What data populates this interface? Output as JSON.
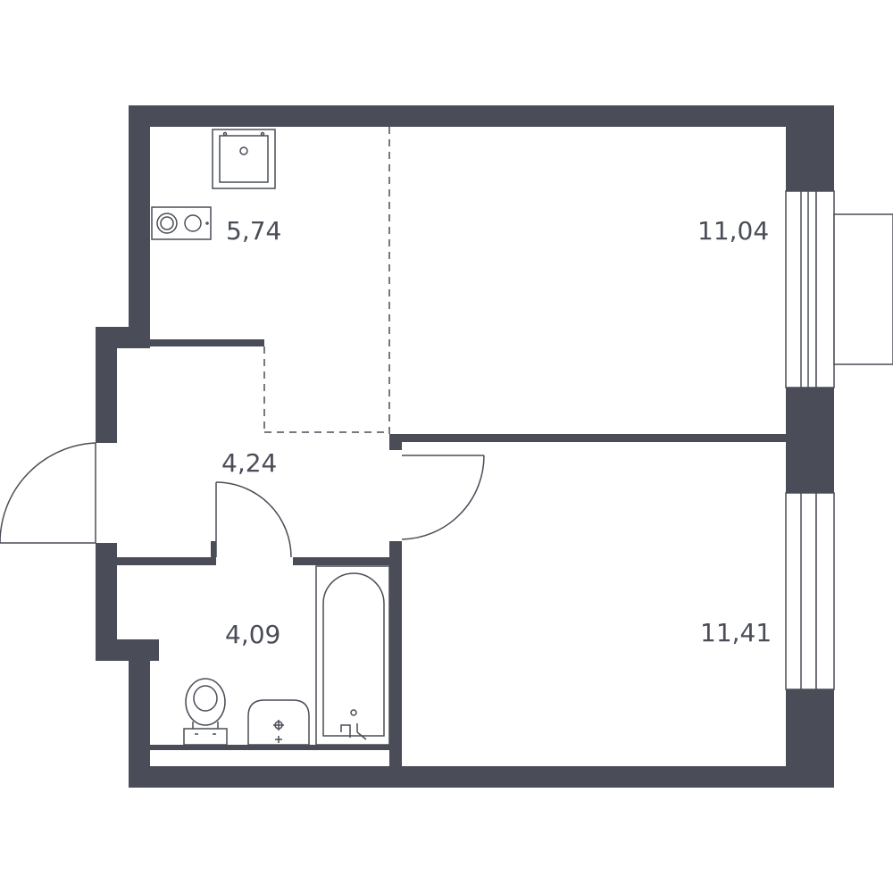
{
  "floor_plan": {
    "rooms": [
      {
        "id": "kitchen",
        "area": "5,74"
      },
      {
        "id": "room-1",
        "area": "11,04"
      },
      {
        "id": "hallway",
        "area": "4,24"
      },
      {
        "id": "bathroom",
        "area": "4,09"
      },
      {
        "id": "room-2",
        "area": "11,41"
      }
    ]
  },
  "colors": {
    "wall": "#4a4d57",
    "background": "#ffffff"
  }
}
